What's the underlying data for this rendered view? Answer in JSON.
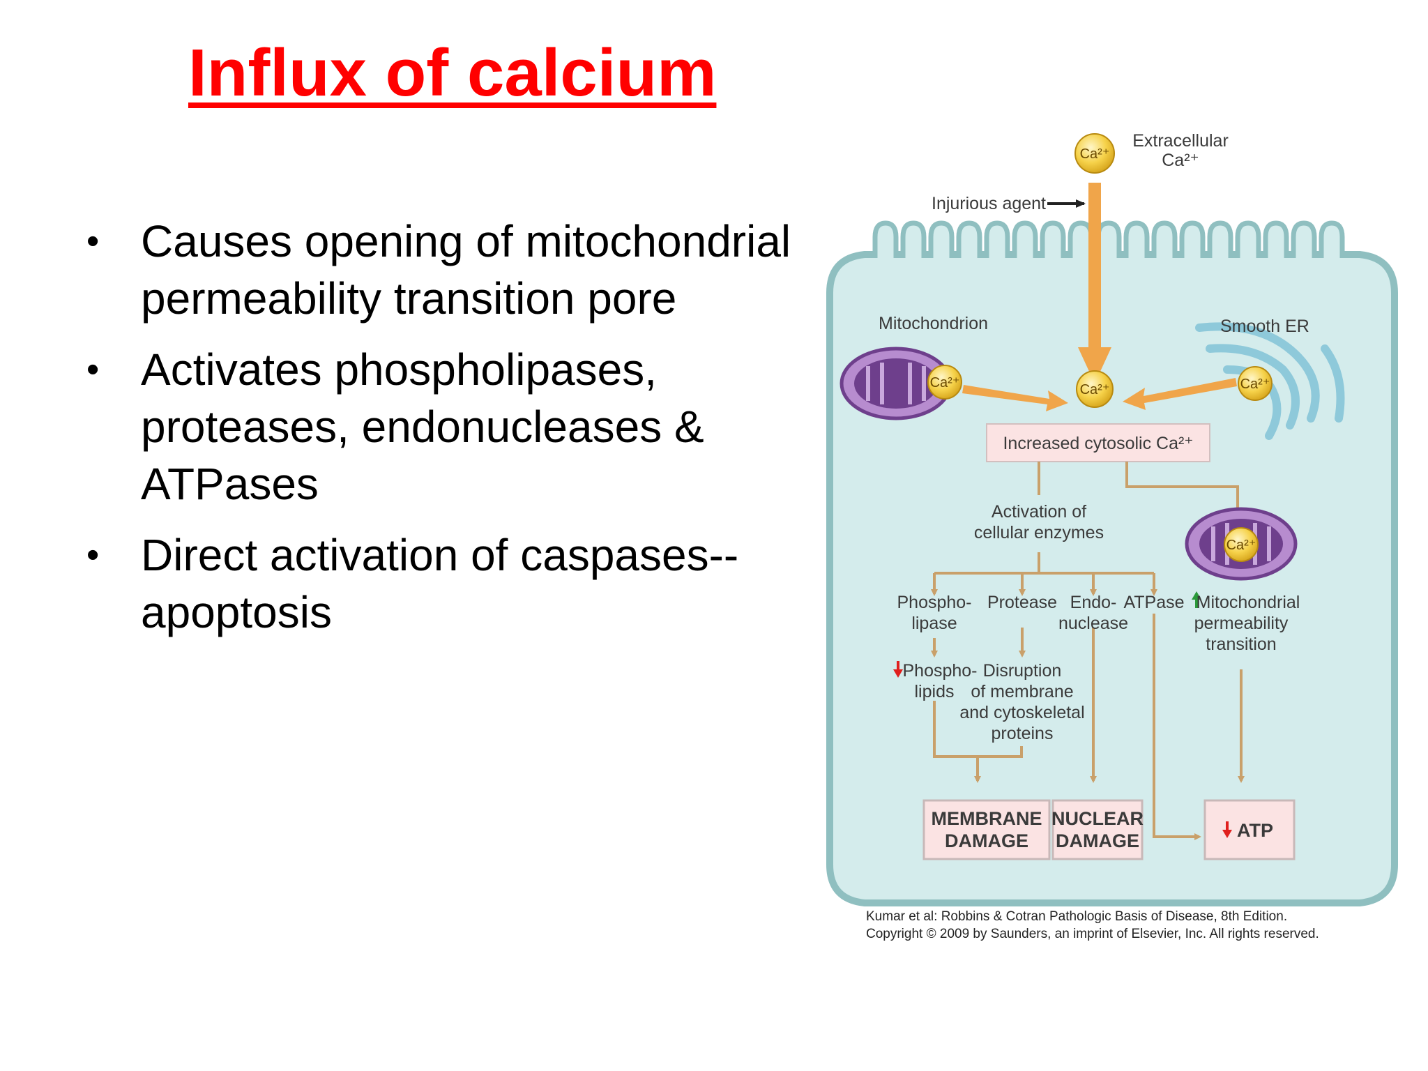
{
  "slide": {
    "title": "Influx of calcium",
    "bullets": [
      "Causes opening of mitochondrial permeability transition pore",
      "Activates phospholipases, proteases, endonucleases & ATPases",
      "Direct activation of caspases--apoptosis"
    ]
  },
  "diagram": {
    "extracellular_label_1": "Extracellular",
    "extracellular_label_2": "Ca²⁺",
    "ion_label": "Ca²⁺",
    "injurious_agent": "Injurious agent",
    "mitochondrion": "Mitochondrion",
    "smooth_er": "Smooth ER",
    "increased_cytosolic": "Increased cytosolic Ca²⁺",
    "activation_1": "Activation of",
    "activation_2": "cellular enzymes",
    "phospholipase_1": "Phospho-",
    "phospholipase_2": "lipase",
    "protease": "Protease",
    "endonuclease_1": "Endo-",
    "endonuclease_2": "nuclease",
    "atpase": "ATPase",
    "mpt_1": "Mitochondrial",
    "mpt_2": "permeability",
    "mpt_3": "transition",
    "phospholipids_1": "Phospho-",
    "phospholipids_2": "lipids",
    "disruption_1": "Disruption",
    "disruption_2": "of membrane",
    "disruption_3": "and cytoskeletal",
    "disruption_4": "proteins",
    "membrane_damage_1": "MEMBRANE",
    "membrane_damage_2": "DAMAGE",
    "nuclear_damage_1": "NUCLEAR",
    "nuclear_damage_2": "DAMAGE",
    "atp": "ATP",
    "credit_1": "Kumar et al: Robbins & Cotran Pathologic Basis of Disease, 8th Edition.",
    "credit_2": "Copyright © 2009 by Saunders, an imprint of Elsevier, Inc. All rights reserved."
  },
  "colors": {
    "title": "#ff0000",
    "cell_fill": "#d4ecec",
    "cell_border": "#8fbfc0",
    "arrow_orange": "#f0a54a",
    "flow_line": "#c9a06a",
    "box_fill": "#fbe3e3",
    "mito_purple": "#8a5aa8",
    "er_blue": "#8ec9da",
    "calcium_yellow": "#f6d24a",
    "decrease_red": "#e0201e",
    "increase_green": "#2a9a3a"
  }
}
